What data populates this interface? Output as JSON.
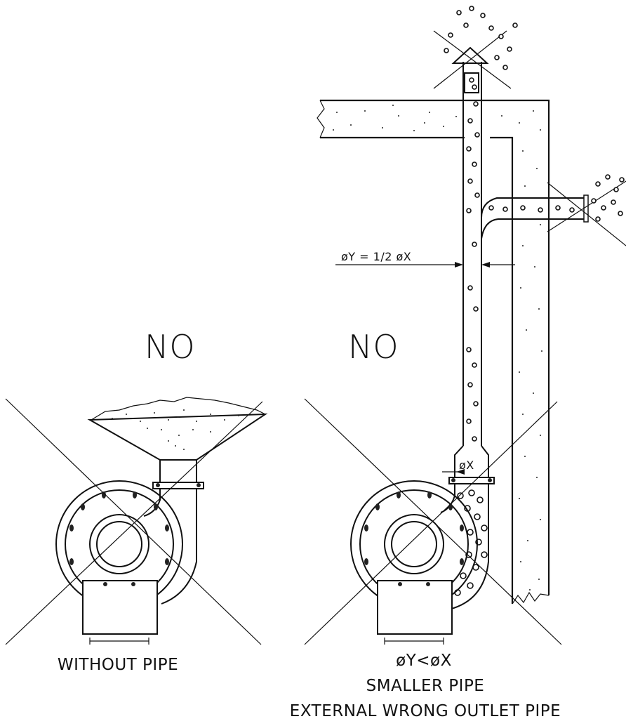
{
  "labels": {
    "no_left": "NO",
    "no_right": "NO",
    "dim_y": "øY = 1/2 øX",
    "dim_x": "øX",
    "cap_left": "WITHOUT PIPE",
    "cap_right_1": "øY<øX",
    "cap_right_2": "SMALLER PIPE",
    "cap_right_3": "EXTERNAL WRONG OUTLET PIPE"
  },
  "colors": {
    "ink": "#111111",
    "paper": "#ffffff"
  }
}
